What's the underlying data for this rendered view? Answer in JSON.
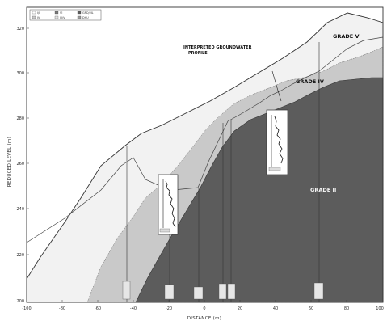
{
  "figure": {
    "y_axis_title": "REDUCED LEVEL (m)",
    "x_axis_title": "DISTANCE (m)",
    "y_ticks": [
      "320",
      "300",
      "280",
      "260",
      "240",
      "220",
      "200"
    ],
    "x_ticks": [
      "-100",
      "-80",
      "-60",
      "-40",
      "-20",
      "0",
      "20",
      "40",
      "60",
      "80",
      "100"
    ],
    "zones": {
      "grade_v": "GRADE V",
      "grade_iv": "GRADE IV",
      "grade_ii": "GRADE II"
    },
    "annotation": {
      "line1": "INTERPRETED GROUNDWATER",
      "line2": "PROFILE"
    },
    "legend": {
      "entries": [
        "I/II",
        "IV",
        "VI",
        "III/V",
        "GRD/ML",
        "DHU"
      ]
    },
    "colors": {
      "grade_v": "#f0f0f0",
      "grade_iv": "#c8c8c8",
      "grade_ii": "#5e5e5e",
      "frame": "#333333"
    }
  }
}
